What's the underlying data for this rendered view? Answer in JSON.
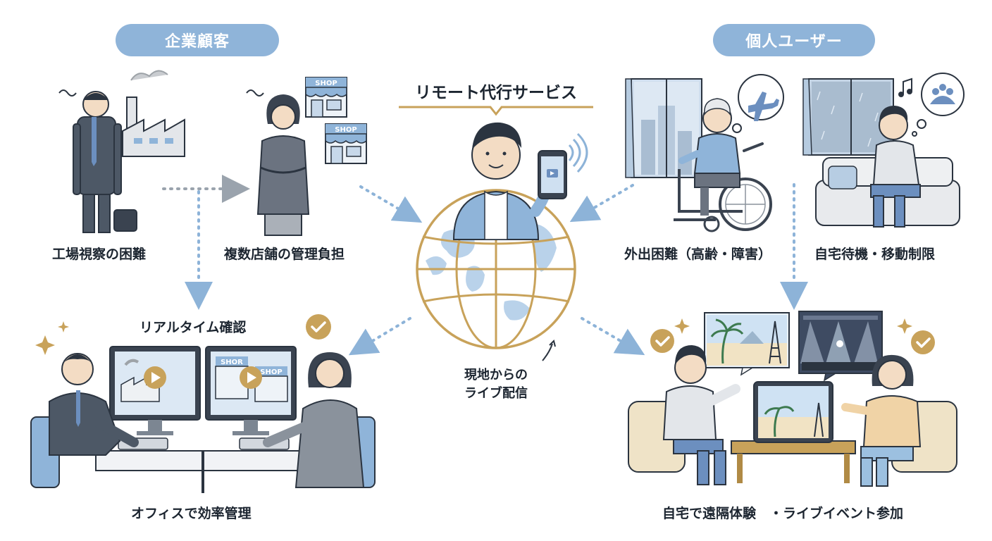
{
  "left_group": {
    "label": "企業顧客"
  },
  "right_group": {
    "label": "個人ユーザー"
  },
  "center": {
    "title": "リモート代行サービス",
    "caption_line1": "現地からの",
    "caption_line2": "ライブ配信"
  },
  "nodes": {
    "factory": {
      "caption": "工場視察の困難"
    },
    "stores": {
      "caption": "複数店舗の管理負担",
      "shop_sign": "SHOP"
    },
    "office": {
      "title": "リアルタイム確認",
      "caption": "オフィスで効率管理",
      "shop_sign_1": "SHOR",
      "shop_sign_2": "SHOP"
    },
    "elderly": {
      "caption": "外出困難（高齢・障害）"
    },
    "home": {
      "caption": "自宅待機・移動制限"
    },
    "experience": {
      "caption": "自宅で遠隔体験　・ライブイベント参加"
    }
  },
  "colors": {
    "accent_blue": "#8fb4d9",
    "arrow_blue": "#8db3d8",
    "gold": "#c8a25a",
    "dark": "#2b3440"
  },
  "icons": [
    "factory-icon",
    "shop-icon",
    "globe-icon",
    "phone-icon",
    "airplane-icon",
    "music-note-icon",
    "check-badge-icon",
    "sparkle-icon",
    "play-icon",
    "wheelchair-icon",
    "palm-tree-icon",
    "eiffel-tower-icon",
    "concert-stage-icon"
  ]
}
